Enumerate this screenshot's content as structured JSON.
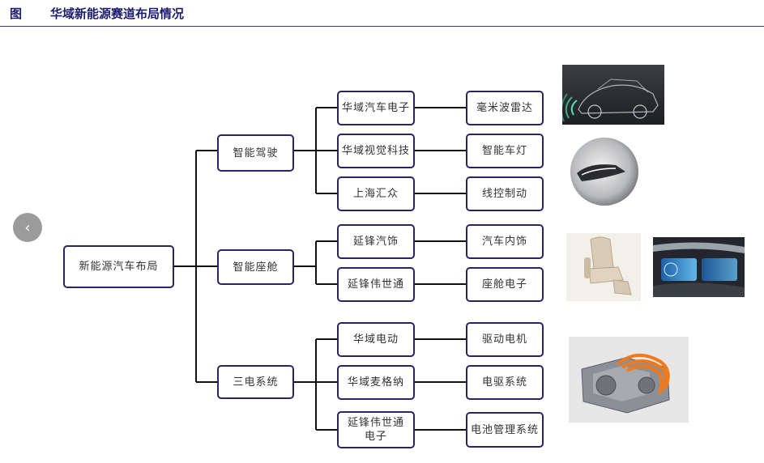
{
  "header": {
    "figure_label": "图",
    "title": "华域新能源赛道布局情况"
  },
  "diagram": {
    "root": "新能源汽车布局",
    "branches": [
      {
        "label": "智能驾驶",
        "children": [
          {
            "company": "华域汽车电子",
            "product": "毫米波雷达"
          },
          {
            "company": "华域视觉科技",
            "product": "智能车灯"
          },
          {
            "company": "上海汇众",
            "product": "线控制动"
          }
        ]
      },
      {
        "label": "智能座舱",
        "children": [
          {
            "company": "延锋汽饰",
            "product": "汽车内饰"
          },
          {
            "company": "延锋伟世通",
            "product": "座舱电子"
          }
        ]
      },
      {
        "label": "三电系统",
        "children": [
          {
            "company": "华域电动",
            "product": "驱动电机"
          },
          {
            "company": "华域麦格纳",
            "product": "电驱系统"
          },
          {
            "company": "延锋伟世通电子",
            "product": "电池管理系统"
          }
        ]
      }
    ]
  },
  "images": {
    "radar": "car-radar-photo",
    "headlight": "headlight-photo",
    "seat": "car-seat-photo",
    "cockpit": "cockpit-display-photo",
    "motor": "electric-drive-photo"
  },
  "colors": {
    "node_border": "#2a2465",
    "header_text": "#1c1c6e",
    "wire": "#f07a1a"
  }
}
